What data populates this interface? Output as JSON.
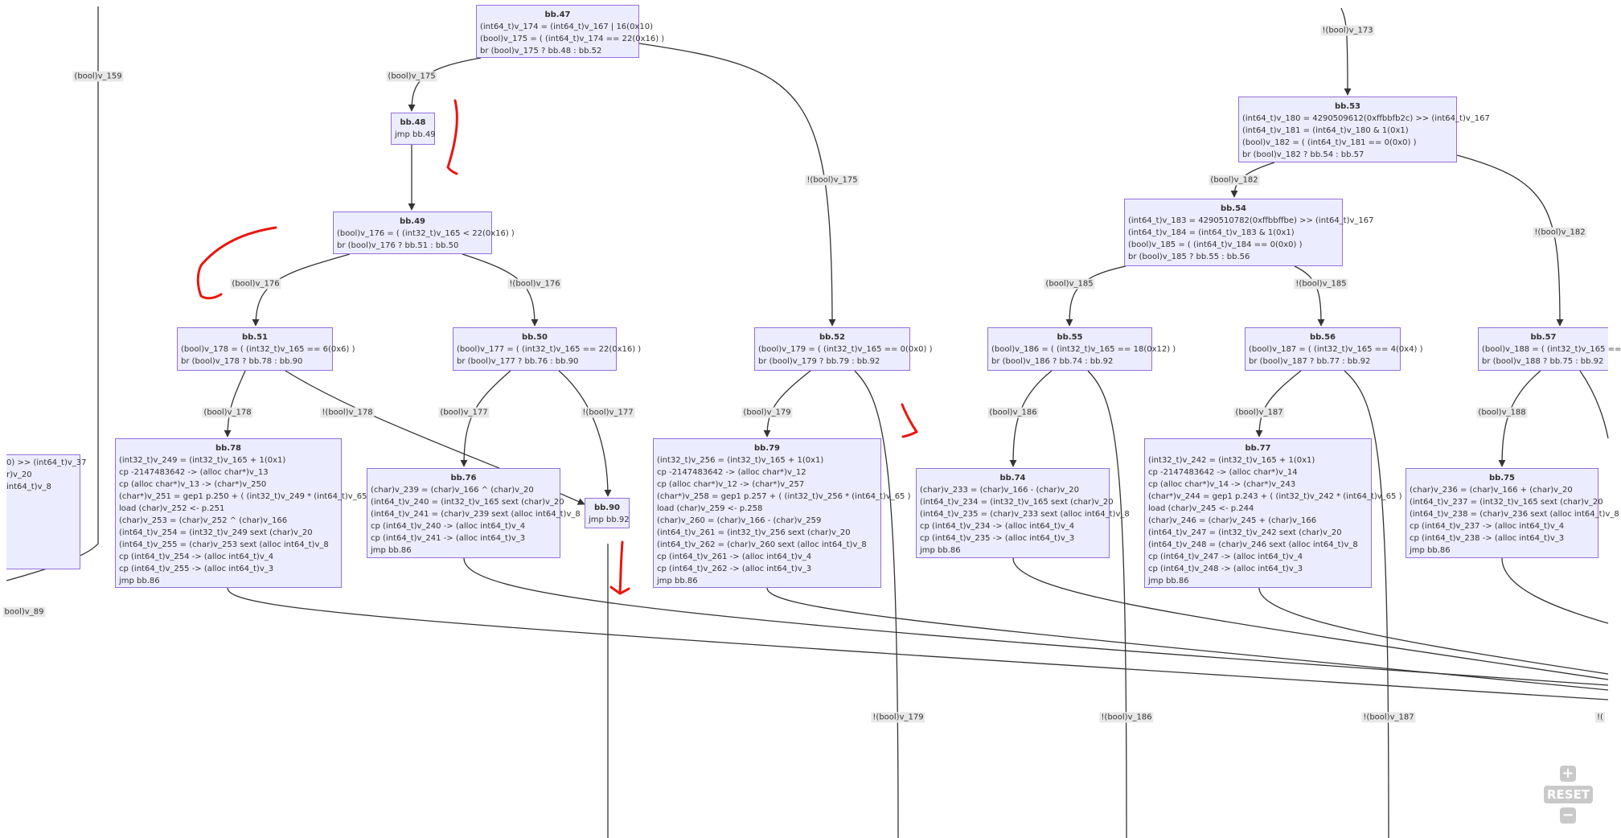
{
  "nodes": [
    {
      "id": "bb47",
      "title": "bb.47",
      "lines": [
        "(int64_t)v_174 = (int64_t)v_167 | 16(0x10)",
        "(bool)v_175 = ( (int64_t)v_174 == 22(0x16) )",
        "br (bool)v_175 ? bb.48 : bb.52"
      ]
    },
    {
      "id": "bb48",
      "title": "bb.48",
      "lines": [
        "jmp bb.49"
      ]
    },
    {
      "id": "bb49",
      "title": "bb.49",
      "lines": [
        "(bool)v_176 = ( (int32_t)v_165 < 22(0x16) )",
        "br (bool)v_176 ? bb.51 : bb.50"
      ]
    },
    {
      "id": "bb51",
      "title": "bb.51",
      "lines": [
        "(bool)v_178 = ( (int32_t)v_165 == 6(0x6) )",
        "br (bool)v_178 ? bb.78 : bb.90"
      ]
    },
    {
      "id": "bb50",
      "title": "bb.50",
      "lines": [
        "(bool)v_177 = ( (int32_t)v_165 == 22(0x16) )",
        "br (bool)v_177 ? bb.76 : bb.90"
      ]
    },
    {
      "id": "bb52",
      "title": "bb.52",
      "lines": [
        "(bool)v_179 = ( (int32_t)v_165 == 0(0x0) )",
        "br (bool)v_179 ? bb.79 : bb.92"
      ]
    },
    {
      "id": "bb53",
      "title": "bb.53",
      "lines": [
        "(int64_t)v_180 = 4290509612(0xffbbfb2c) >> (int64_t)v_167",
        "(int64_t)v_181 = (int64_t)v_180 & 1(0x1)",
        "(bool)v_182 = ( (int64_t)v_181 == 0(0x0) )",
        "br (bool)v_182 ? bb.54 : bb.57"
      ]
    },
    {
      "id": "bb54",
      "title": "bb.54",
      "lines": [
        "(int64_t)v_183 = 4290510782(0xffbbffbe) >> (int64_t)v_167",
        "(int64_t)v_184 = (int64_t)v_183 & 1(0x1)",
        "(bool)v_185 = ( (int64_t)v_184 == 0(0x0) )",
        "br (bool)v_185 ? bb.55 : bb.56"
      ]
    },
    {
      "id": "bb55",
      "title": "bb.55",
      "lines": [
        "(bool)v_186 = ( (int32_t)v_165 == 18(0x12) )",
        "br (bool)v_186 ? bb.74 : bb.92"
      ]
    },
    {
      "id": "bb56",
      "title": "bb.56",
      "lines": [
        "(bool)v_187 = ( (int32_t)v_165 == 4(0x4) )",
        "br (bool)v_187 ? bb.77 : bb.92"
      ]
    },
    {
      "id": "bb57",
      "title": "bb.57",
      "lines": [
        "(bool)v_188 = ( (int32_t)v_165 ==",
        "br (bool)v_188 ? bb.75 : bb.92"
      ]
    },
    {
      "id": "bb78",
      "title": "bb.78",
      "lines": [
        "(int32_t)v_249 = (int32_t)v_165 + 1(0x1)",
        "cp -2147483642 -> (alloc char*)v_13",
        "cp (alloc char*)v_13 -> (char*)v_250",
        "(char*)v_251 = gep1 p.250 + ( (int32_t)v_249 * (int64_t)v_65 )",
        "load (char)v_252 <- p.251",
        "(char)v_253 = (char)v_252 ^ (char)v_166",
        "(int64_t)v_254 = (int32_t)v_249 sext (char)v_20",
        "(int64_t)v_255 = (char)v_253 sext (alloc int64_t)v_8",
        "cp (int64_t)v_254 -> (alloc int64_t)v_4",
        "cp (int64_t)v_255 -> (alloc int64_t)v_3",
        "jmp bb.86"
      ]
    },
    {
      "id": "bb76",
      "title": "bb.76",
      "lines": [
        "(char)v_239 = (char)v_166 ^ (char)v_20",
        "(int64_t)v_240 = (int32_t)v_165 sext (char)v_20",
        "(int64_t)v_241 = (char)v_239 sext (alloc int64_t)v_8",
        "cp (int64_t)v_240 -> (alloc int64_t)v_4",
        "cp (int64_t)v_241 -> (alloc int64_t)v_3",
        "jmp bb.86"
      ]
    },
    {
      "id": "bb90",
      "title": "bb.90",
      "lines": [
        "jmp bb.92"
      ]
    },
    {
      "id": "bb79",
      "title": "bb.79",
      "lines": [
        "(int32_t)v_256 = (int32_t)v_165 + 1(0x1)",
        "cp -2147483642 -> (alloc char*)v_12",
        "cp (alloc char*)v_12 -> (char*)v_257",
        "(char*)v_258 = gep1 p.257 + ( (int32_t)v_256 * (int64_t)v_65 )",
        "load (char)v_259 <- p.258",
        "(char)v_260 = (char)v_166 - (char)v_259",
        "(int64_t)v_261 = (int32_t)v_256 sext (char)v_20",
        "(int64_t)v_262 = (char)v_260 sext (alloc int64_t)v_8",
        "cp (int64_t)v_261 -> (alloc int64_t)v_4",
        "cp (int64_t)v_262 -> (alloc int64_t)v_3",
        "jmp bb.86"
      ]
    },
    {
      "id": "bb74",
      "title": "bb.74",
      "lines": [
        "(char)v_233 = (char)v_166 - (char)v_20",
        "(int64_t)v_234 = (int32_t)v_165 sext (char)v_20",
        "(int64_t)v_235 = (char)v_233 sext (alloc int64_t)v_8",
        "cp (int64_t)v_234 -> (alloc int64_t)v_4",
        "cp (int64_t)v_235 -> (alloc int64_t)v_3",
        "jmp bb.86"
      ]
    },
    {
      "id": "bb77",
      "title": "bb.77",
      "lines": [
        "(int32_t)v_242 = (int32_t)v_165 + 1(0x1)",
        "cp -2147483642 -> (alloc char*)v_14",
        "cp (alloc char*)v_14 -> (char*)v_243",
        "(char*)v_244 = gep1 p.243 + ( (int32_t)v_242 * (int64_t)v_65 )",
        "load (char)v_245 <- p.244",
        "(char)v_246 = (char)v_245 + (char)v_166",
        "(int64_t)v_247 = (int32_t)v_242 sext (char)v_20",
        "(int64_t)v_248 = (char)v_246 sext (alloc int64_t)v_8",
        "cp (int64_t)v_247 -> (alloc int64_t)v_4",
        "cp (int64_t)v_248 -> (alloc int64_t)v_3",
        "jmp bb.86"
      ]
    },
    {
      "id": "bb75",
      "title": "bb.75",
      "lines": [
        "(char)v_236 = (char)v_166 + (char)v_20",
        "(int64_t)v_237 = (int32_t)v_165 sext (char)v_20",
        "(int64_t)v_238 = (char)v_236 sext (alloc int64_t)v_8",
        "cp (int64_t)v_237 -> (alloc int64_t)v_4",
        "cp (int64_t)v_238 -> (alloc int64_t)v_3",
        "jmp bb.86"
      ]
    },
    {
      "id": "left",
      "title": "",
      "lines": [
        "",
        "0) >> (int64_t)v_37",
        "",
        "",
        "r)v_20",
        "int64_t)v_8"
      ]
    }
  ],
  "edge_labels": [
    {
      "id": "l159",
      "text": "(bool)v_159"
    },
    {
      "id": "l175",
      "text": "(bool)v_175"
    },
    {
      "id": "lnot175",
      "text": "!(bool)v_175"
    },
    {
      "id": "lnot173",
      "text": "!(bool)v_173"
    },
    {
      "id": "l176",
      "text": "(bool)v_176"
    },
    {
      "id": "lnot176",
      "text": "!(bool)v_176"
    },
    {
      "id": "l178",
      "text": "(bool)v_178"
    },
    {
      "id": "lnot178",
      "text": "!(bool)v_178"
    },
    {
      "id": "l177",
      "text": "(bool)v_177"
    },
    {
      "id": "lnot177",
      "text": "!(bool)v_177"
    },
    {
      "id": "l179",
      "text": "(bool)v_179"
    },
    {
      "id": "l182",
      "text": "(bool)v_182"
    },
    {
      "id": "lnot182",
      "text": "!(bool)v_182"
    },
    {
      "id": "l185",
      "text": "(bool)v_185"
    },
    {
      "id": "lnot185",
      "text": "!(bool)v_185"
    },
    {
      "id": "l186",
      "text": "(bool)v_186"
    },
    {
      "id": "l187",
      "text": "(bool)v_187"
    },
    {
      "id": "l188",
      "text": "(bool)v_188"
    },
    {
      "id": "lnot179",
      "text": "!(bool)v_179"
    },
    {
      "id": "lnot186",
      "text": "!(bool)v_186"
    },
    {
      "id": "lnot187",
      "text": "!(bool)v_187"
    },
    {
      "id": "l89",
      "text": "bool)v_89"
    },
    {
      "id": "lbang",
      "text": "!("
    }
  ],
  "controls": {
    "zoom_in": "+",
    "reset": "RESET",
    "zoom_out": "−"
  },
  "colors": {
    "node_fill": "#ececff",
    "node_border": "#9370db",
    "edge": "#333333",
    "label_bg": "#e8e8e8",
    "annotation": "#e8160f"
  }
}
